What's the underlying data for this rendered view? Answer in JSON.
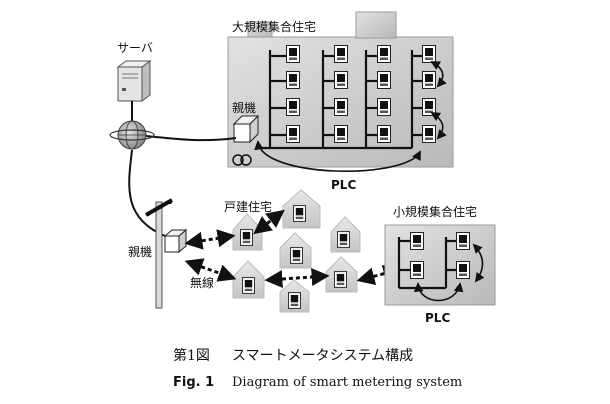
{
  "labels": {
    "server": "サーバ",
    "large_complex": "大規模集合住宅",
    "parent_unit_top": "親機",
    "parent_unit_pole": "親機",
    "plc_large": "PLC",
    "plc_small": "PLC",
    "detached_house": "戸建住宅",
    "small_complex": "小規模集合住宅",
    "wireless": "無線"
  },
  "caption": {
    "jp_number": "第1図",
    "jp_title": "スマートメータシステム構成",
    "en_number": "Fig. 1",
    "en_title": "Diagram of smart metering system"
  }
}
